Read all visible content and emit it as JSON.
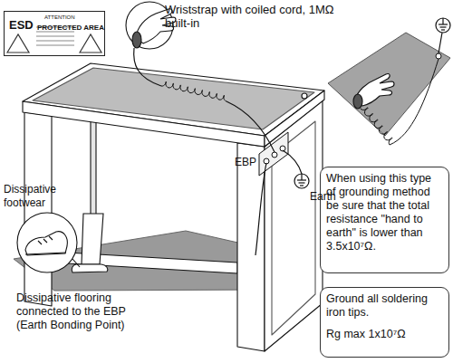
{
  "diagram": {
    "nodes": [
      {
        "text": [
          "ATTENTION",
          "ESD",
          "PROTECTED AREA"
        ]
      },
      {
        "text": [
          "When using this type of grounding method be sure that the total resistance \"hand to earth\" is lower than 3.5x10⁷Ω."
        ]
      },
      {
        "text": [
          "Ground all soldering iron tips.",
          "Rg max 1x10⁷Ω"
        ]
      }
    ],
    "labels": [
      "Wriststrap with coiled cord, 1MΩ built-in",
      "EBP",
      "Earth",
      "Dissipative footwear",
      "Dissipative flooring connected to the EBP (Earth Bonding Point)"
    ]
  }
}
